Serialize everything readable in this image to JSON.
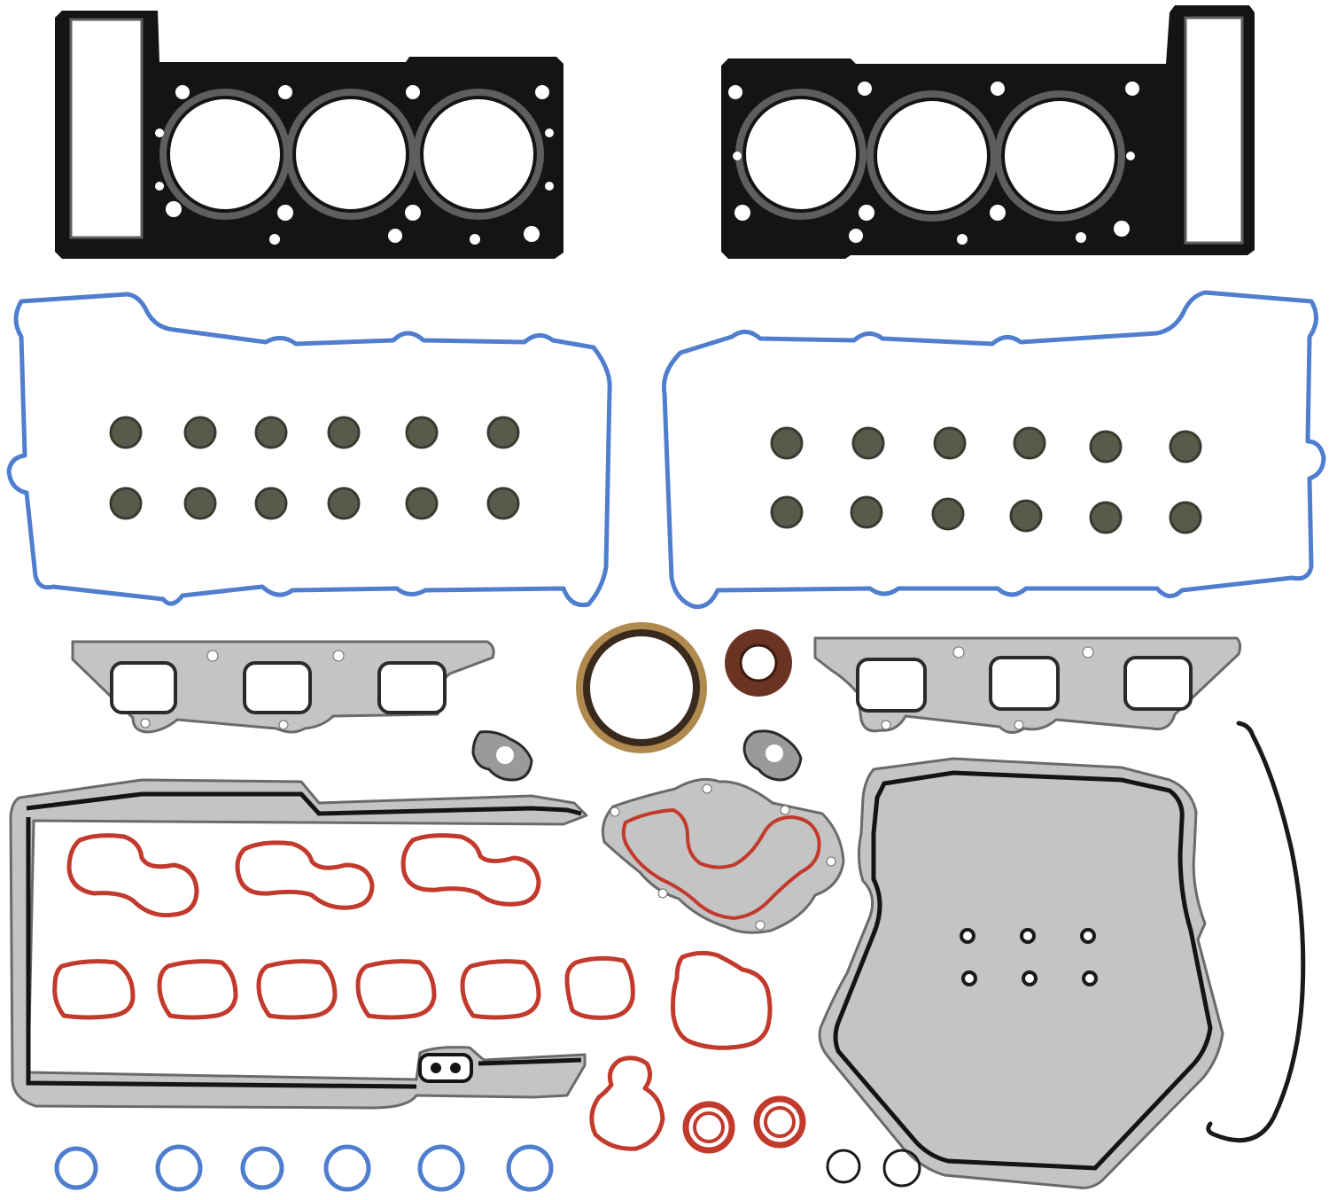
{
  "image": {
    "subject": "engine-full-gasket-set-photo",
    "background_color": "#ffffff"
  },
  "colors": {
    "mls_black": "#141414",
    "mls_gray": "#5e5e5e",
    "steel": "#9a9a9a",
    "steel_light": "#c4c4c4",
    "blue_rubber": "#4f7ecf",
    "red_rubber": "#c23a2c",
    "oil_seal_brown": "#6b3322",
    "oil_seal_ring": "#b0894e",
    "valve_seal": "#5a5a4c",
    "black_rubber": "#1a1a1a"
  },
  "parts": {
    "head_gaskets": 2,
    "valve_cover_gaskets": 2,
    "valve_stem_seals": 24,
    "exhaust_manifold_gaskets": 2,
    "rear_main_seal": 1,
    "front_crank_seal": 1,
    "turbo_flange_gaskets": 2,
    "oil_pan_gasket": 1,
    "water_pump_gasket": 1,
    "timing_cover_gasket": 1,
    "intake_upper_gaskets": 3,
    "intake_lower_gaskets": 6,
    "thermostat_gasket": 1,
    "misc_o_rings_red": 3,
    "blue_o_rings": 6,
    "small_black_o_rings_set": 6,
    "black_o_rings": 2,
    "black_seal_strip": 1
  }
}
